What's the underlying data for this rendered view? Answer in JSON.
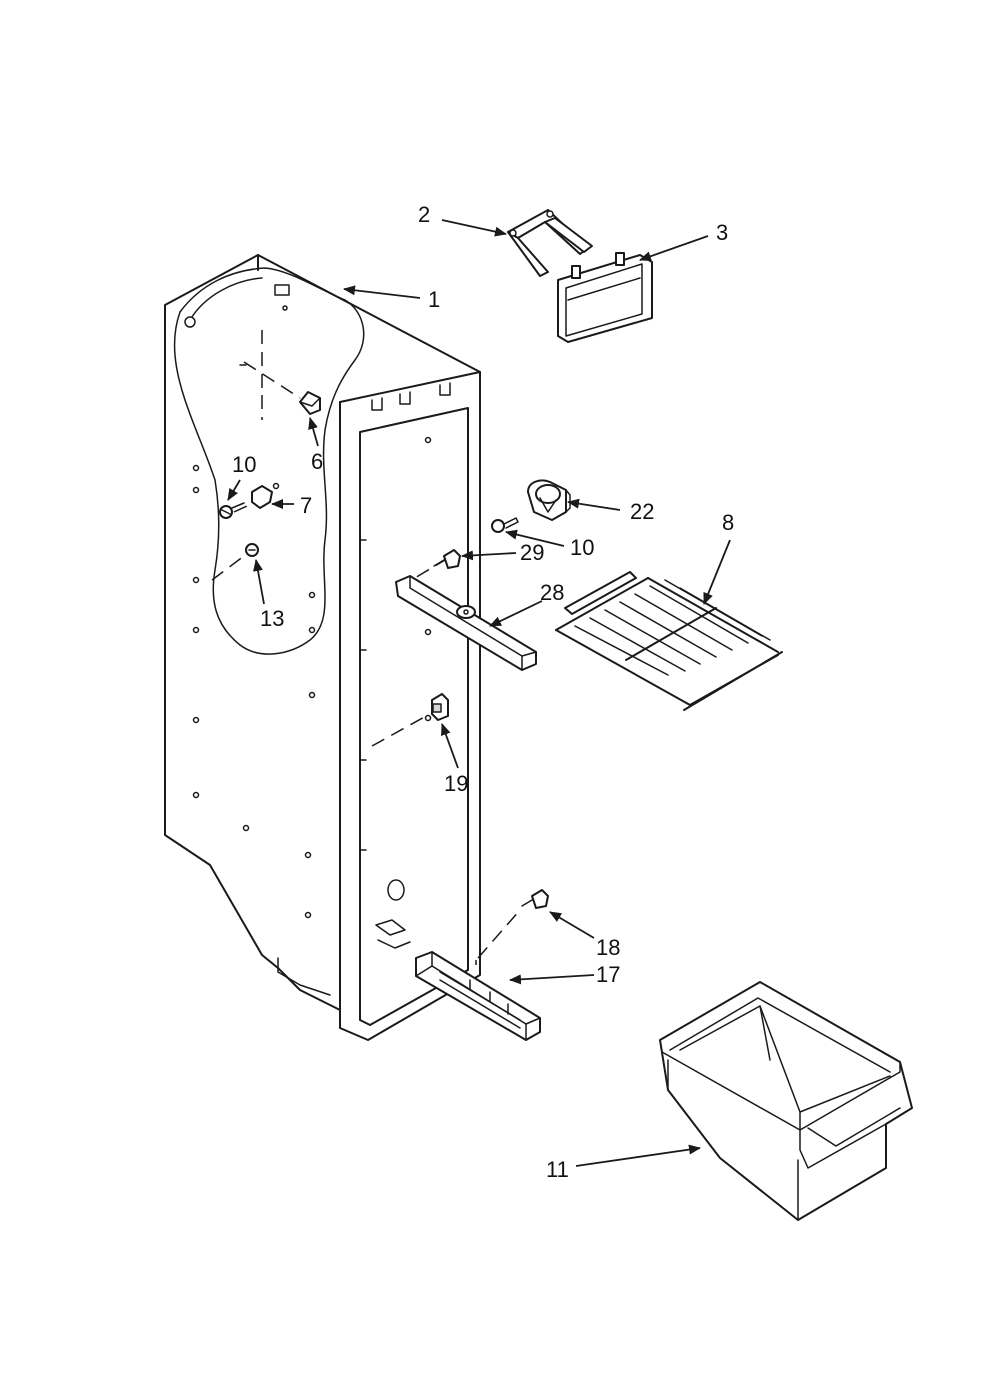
{
  "callouts": [
    {
      "id": "c1",
      "label": "1"
    },
    {
      "id": "c2",
      "label": "2"
    },
    {
      "id": "c3",
      "label": "3"
    },
    {
      "id": "c6",
      "label": "6"
    },
    {
      "id": "c7",
      "label": "7"
    },
    {
      "id": "c8",
      "label": "8"
    },
    {
      "id": "c10a",
      "label": "10"
    },
    {
      "id": "c10b",
      "label": "10"
    },
    {
      "id": "c11",
      "label": "11"
    },
    {
      "id": "c13",
      "label": "13"
    },
    {
      "id": "c17",
      "label": "17"
    },
    {
      "id": "c18",
      "label": "18"
    },
    {
      "id": "c19",
      "label": "19"
    },
    {
      "id": "c22",
      "label": "22"
    },
    {
      "id": "c28",
      "label": "28"
    },
    {
      "id": "c29",
      "label": "29"
    }
  ]
}
